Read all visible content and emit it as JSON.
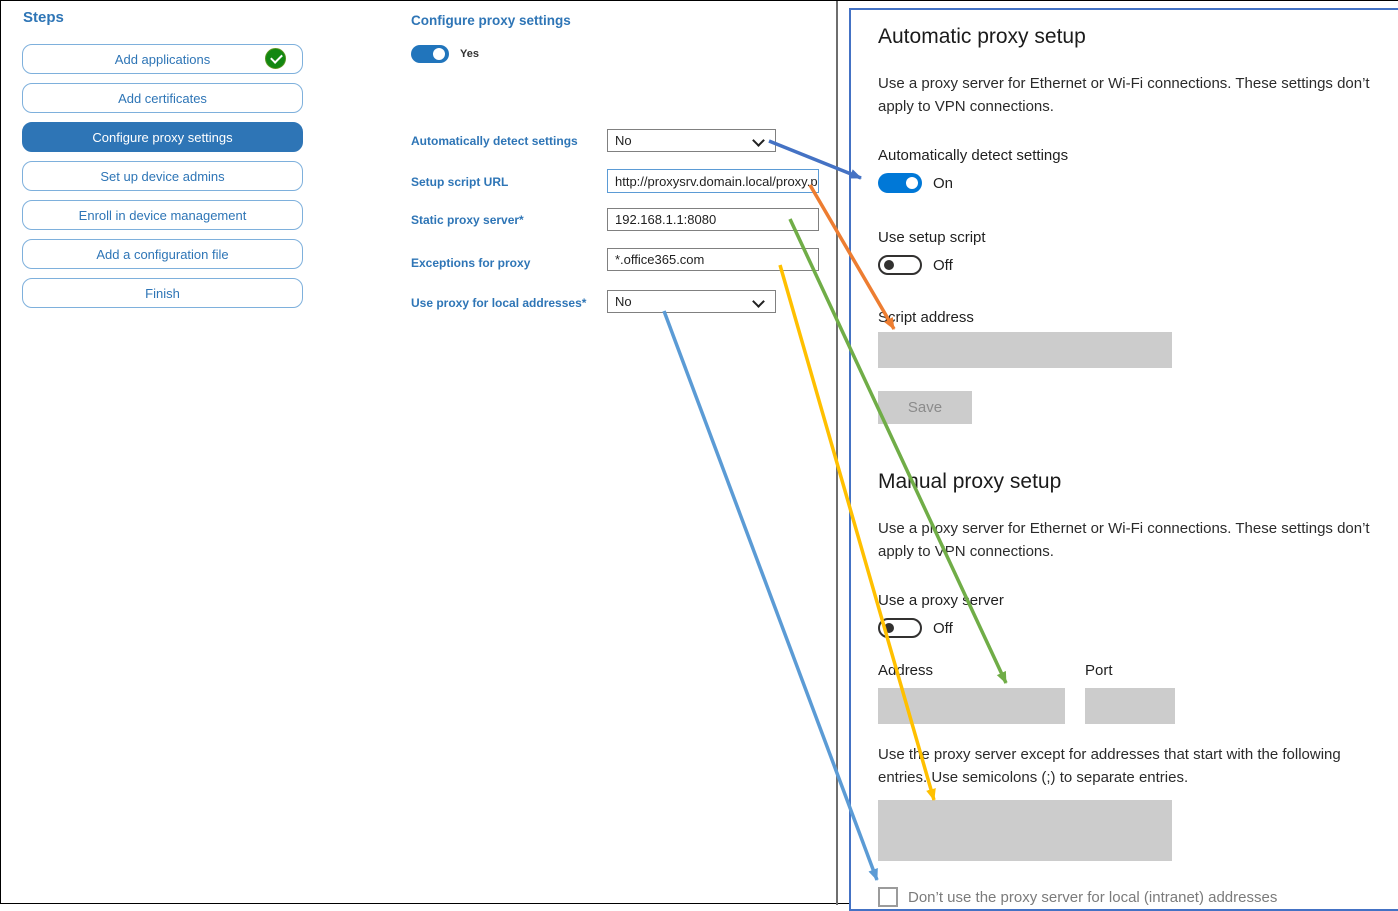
{
  "sidebar": {
    "title": "Steps",
    "items": [
      {
        "label": "Add applications",
        "completed": true
      },
      {
        "label": "Add certificates"
      },
      {
        "label": "Configure proxy settings",
        "selected": true
      },
      {
        "label": "Set up device admins"
      },
      {
        "label": "Enroll in device management"
      },
      {
        "label": "Add a configuration file"
      },
      {
        "label": "Finish"
      }
    ]
  },
  "form": {
    "title": "Configure proxy settings",
    "enable_toggle": {
      "label": "Yes",
      "state": "on"
    },
    "fields": [
      {
        "label": "Automatically detect settings",
        "type": "select",
        "value": "No"
      },
      {
        "label": "Setup script URL",
        "type": "text",
        "value": "http://proxysrv.domain.local/proxy.pa"
      },
      {
        "label": "Static proxy server*",
        "type": "text",
        "value": "192.168.1.1:8080"
      },
      {
        "label": "Exceptions for proxy",
        "type": "text",
        "value": "*.office365.com"
      },
      {
        "label": "Use proxy for local addresses*",
        "type": "select",
        "value": "No"
      }
    ]
  },
  "settings_panel": {
    "automatic": {
      "heading": "Automatic proxy setup",
      "description": "Use a proxy server for Ethernet or Wi-Fi connections. These settings don’t apply to VPN connections.",
      "auto_detect_label": "Automatically detect settings",
      "auto_detect_state": "On",
      "use_setup_script_label": "Use setup script",
      "use_setup_script_state": "Off",
      "script_address_label": "Script address",
      "save_button": "Save"
    },
    "manual": {
      "heading": "Manual proxy setup",
      "description": "Use a proxy server for Ethernet or Wi-Fi connections. These settings don’t apply to VPN connections.",
      "use_proxy_label": "Use a proxy server",
      "use_proxy_state": "Off",
      "address_label": "Address",
      "port_label": "Port",
      "exceptions_description": "Use the proxy server except for addresses that start with the following entries. Use semicolons (;) to separate entries.",
      "local_checkbox_label": "Don’t use the proxy server for local (intranet) addresses"
    }
  },
  "arrows": [
    {
      "name": "auto-detect-mapping",
      "color": "#4472C4"
    },
    {
      "name": "setup-script-mapping",
      "color": "#ED7D31"
    },
    {
      "name": "static-proxy-mapping",
      "color": "#70AD47"
    },
    {
      "name": "exceptions-mapping",
      "color": "#FFC000"
    },
    {
      "name": "local-addresses-mapping",
      "color": "#5B9BD5"
    }
  ],
  "colors": {
    "accent_blue": "#2E75B6",
    "toggle_on_blue": "#0078D7",
    "frame_border": "#4472C4",
    "disabled_field_gray": "#CCCCCC"
  }
}
